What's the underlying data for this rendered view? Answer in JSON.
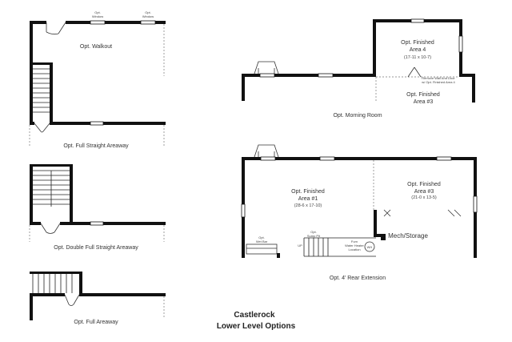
{
  "title": {
    "line1": "Castlerock",
    "line2": "Lower Level Options"
  },
  "options": {
    "walkout": {
      "label": "Opt. Walkout",
      "window_left": [
        "Opt.",
        "Window"
      ],
      "window_right": [
        "Opt.",
        "Window"
      ]
    },
    "full_straight": {
      "label": "Opt. Full Straight Areaway"
    },
    "double_full_straight": {
      "label": "Opt. Double Full Straight Areaway"
    },
    "full_areaway": {
      "label": "Opt. Full Areaway"
    },
    "morning_room": {
      "label": "Opt. Morning Room",
      "area4_name": [
        "Opt. Finished",
        "Area 4"
      ],
      "area4_dims": "(17-11 x 10-7)",
      "area3_name": [
        "Opt. Finished",
        "Area #3"
      ],
      "note": [
        "Remove Wall And Door",
        "w/ Opt. Finished Area 4"
      ]
    },
    "rear_extension": {
      "label": "Opt. 4' Rear Extension",
      "area1_name": [
        "Opt. Finished",
        "Area #1"
      ],
      "area1_dims": "(28-6 x 17-10)",
      "area3_name": [
        "Opt. Finished",
        "Area #3"
      ],
      "area3_dims": "(21-0 x 13-5)",
      "mech": "Mech/Storage",
      "wet_bar": [
        "Opt.",
        "Wet Bar"
      ],
      "sump_pit": [
        "Opt.",
        "Sump Pit"
      ],
      "water_heater": [
        "Furn",
        "Water Heater",
        "Location"
      ],
      "wh": "WH",
      "up": "UP"
    }
  }
}
